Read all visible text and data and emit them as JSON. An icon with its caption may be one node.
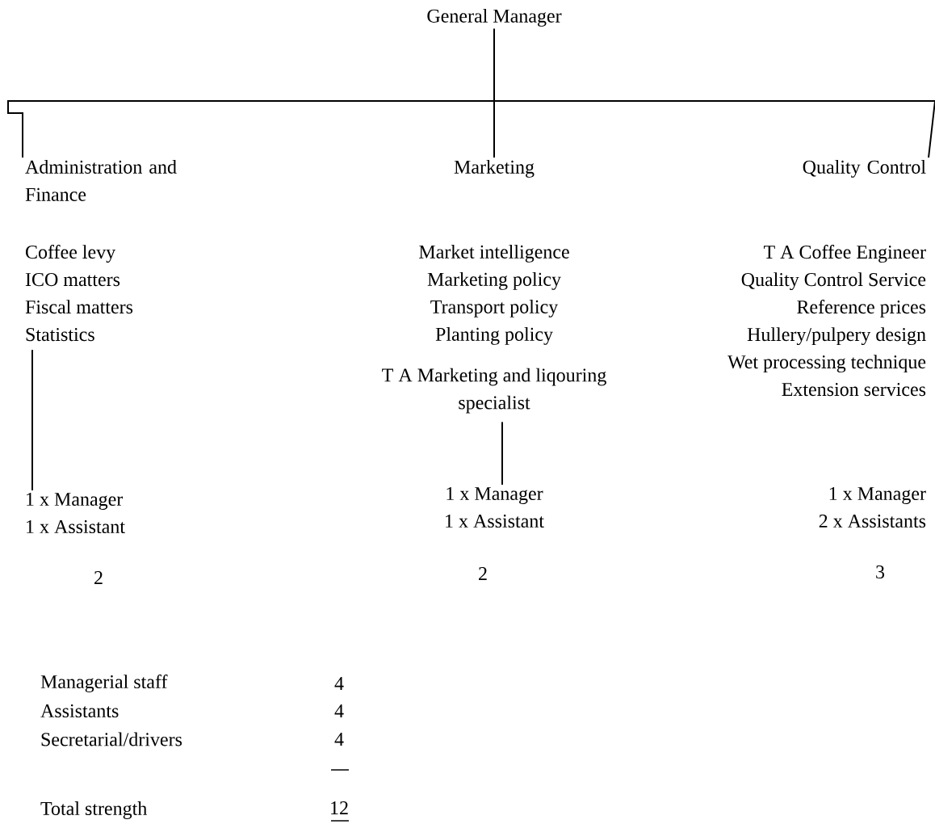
{
  "diagram": {
    "nodes": [
      {
        "text": [
          "General Manager"
        ]
      },
      {
        "text": [
          "Administration and Finance"
        ]
      },
      {
        "text": [
          "Marketing"
        ]
      },
      {
        "text": [
          "Quality Control"
        ]
      },
      {
        "text": [
          "Coffee levy",
          "ICO matters",
          "Fiscal matters",
          "Statistics"
        ]
      },
      {
        "text": [
          "Market intelligence",
          "Marketing policy",
          "Transport policy",
          "Planting policy",
          "T A Marketing and liqouring specialist"
        ]
      },
      {
        "text": [
          "T A Coffee Engineer",
          "Quality Control Service",
          "Reference prices",
          "Hullery/pulpery design",
          "Wet processing technique",
          "Extension services"
        ]
      },
      {
        "text": [
          "1 x Manager",
          "1 x Assistant"
        ]
      },
      {
        "text": [
          "1 x Manager",
          "1 x Assistant"
        ]
      },
      {
        "text": [
          "1 x Manager",
          "2 x Assistants"
        ]
      }
    ],
    "edges": [
      {
        "from": 0,
        "to": 1,
        "arrow": "none"
      },
      {
        "from": 0,
        "to": 2,
        "arrow": "none"
      },
      {
        "from": 0,
        "to": 3,
        "arrow": "none"
      },
      {
        "from": 4,
        "to": 7,
        "arrow": "none"
      },
      {
        "from": 5,
        "to": 8,
        "arrow": "none"
      }
    ],
    "labels": [
      "2",
      "2",
      "3",
      "Managerial staff",
      "4",
      "Assistants",
      "4",
      "Secretarial/drivers",
      "4",
      "Total strength",
      "12"
    ]
  }
}
